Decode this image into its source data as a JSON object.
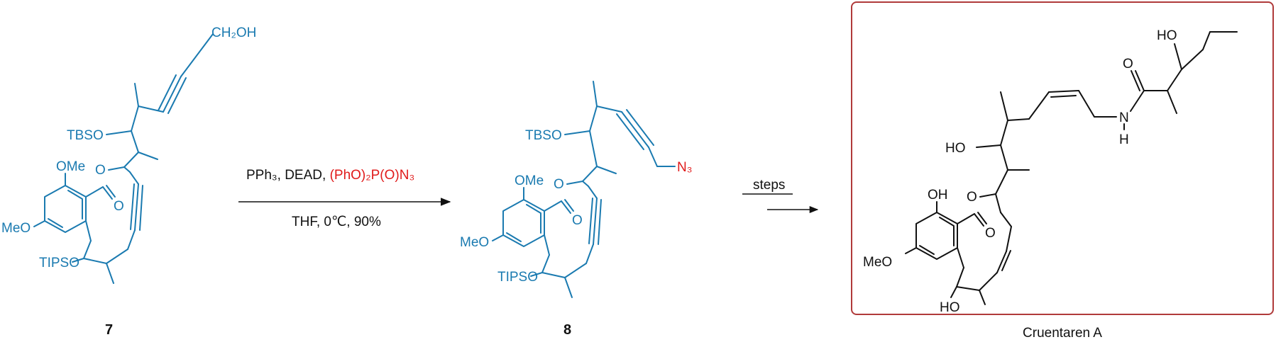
{
  "compound7": {
    "label": "7",
    "groups": {
      "ch2oh": "CH₂OH",
      "tbso": "TBSO",
      "ome": "OMe",
      "meo": "MeO",
      "tipso": "TIPSO",
      "o_ring": "O",
      "o_carbonyl": "O"
    }
  },
  "compound8": {
    "label": "8",
    "groups": {
      "n3": "N₃",
      "tbso": "TBSO",
      "ome": "OMe",
      "meo": "MeO",
      "tipso": "TIPSO",
      "o_ring": "O",
      "o_carbonyl": "O"
    }
  },
  "reaction1": {
    "conditions_top_prefix": "PPh₃, DEAD, ",
    "conditions_top_reagent": "(PhO)₂P(O)N₃",
    "conditions_bottom": "THF, 0℃, 90%"
  },
  "reaction2": {
    "conditions_top": "steps"
  },
  "product": {
    "name": "Cruentaren A",
    "groups": {
      "ho_top": "HO",
      "o_amide": "O",
      "n": "N",
      "h": "H",
      "ho_mid": "HO",
      "oh": "OH",
      "meo": "MeO",
      "ho_bottom": "HO",
      "o_ring": "O",
      "o_carbonyl": "O"
    }
  },
  "colors": {
    "compound": "#1a7ab0",
    "reagent_highlight": "#e01a1a",
    "frame": "#b03a3a",
    "text": "#111111"
  }
}
